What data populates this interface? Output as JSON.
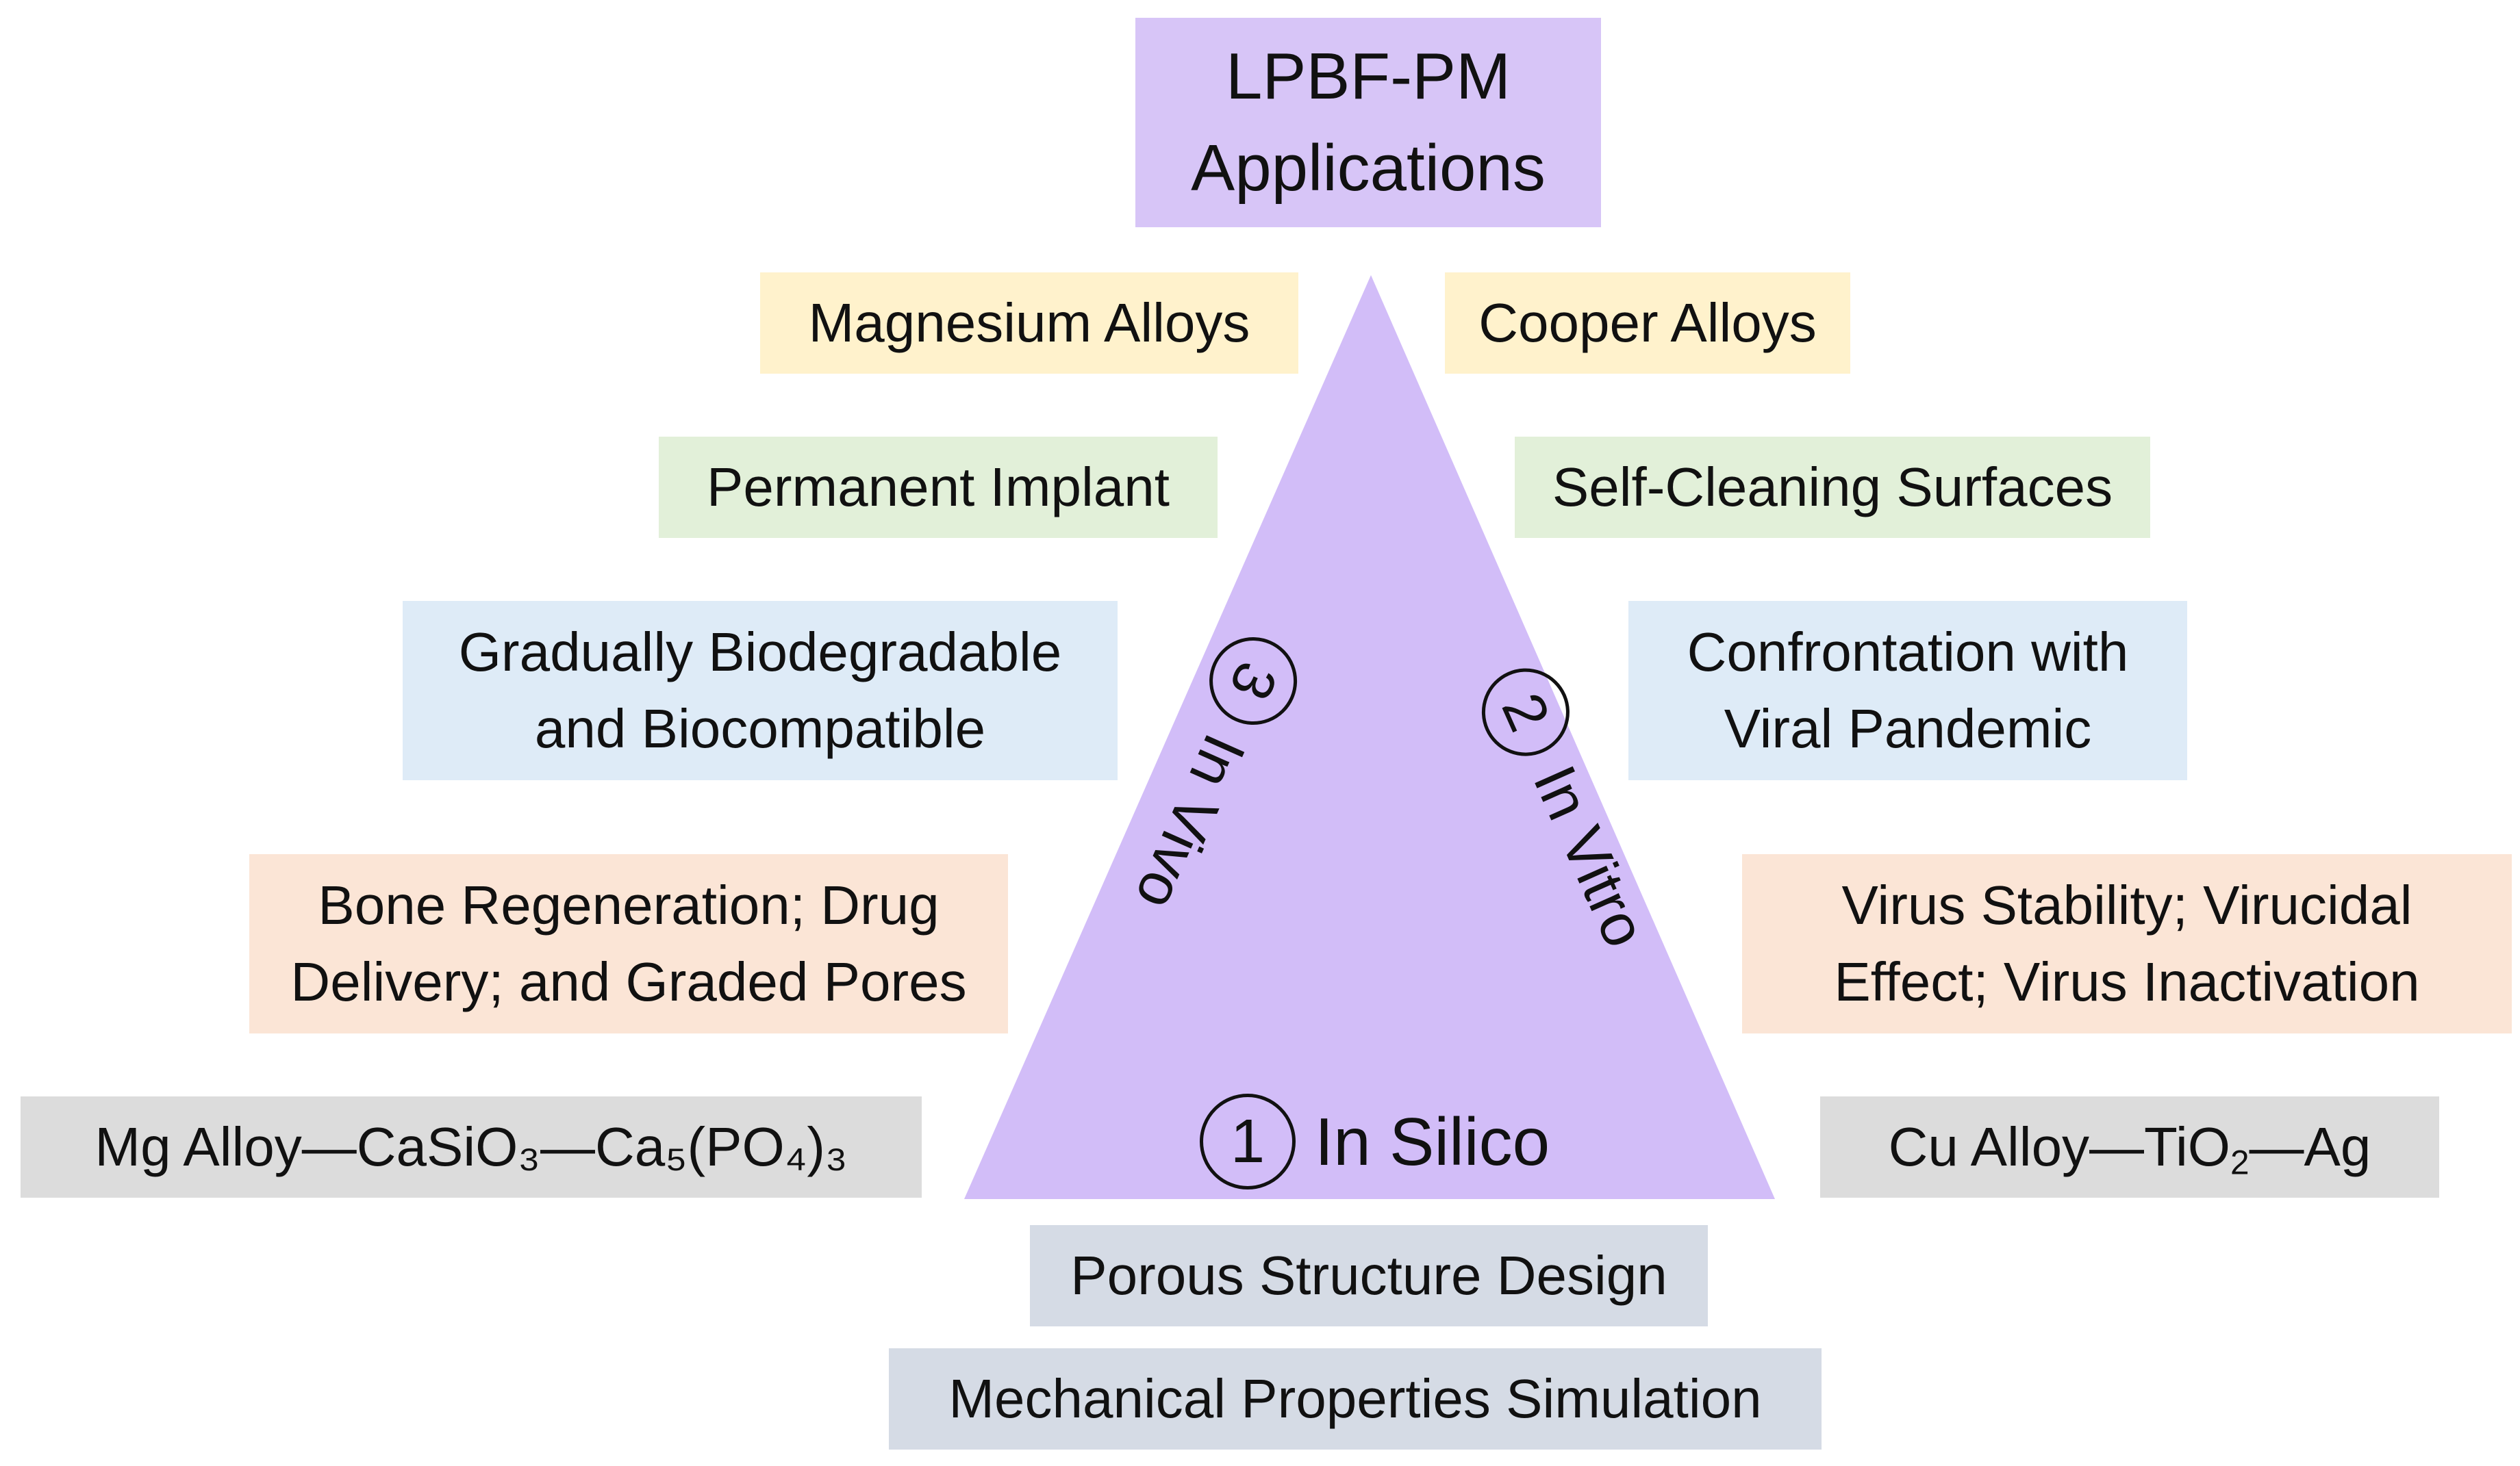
{
  "colors": {
    "triangle": "#d2bdf8",
    "title_box": "#d7c5f7",
    "yellow": "#fff2cc",
    "green": "#e2f0d9",
    "blue": "#deebf7",
    "orange": "#fbe5d6",
    "gray": "#dcdcdc",
    "slate": "#d5dbe5"
  },
  "title": {
    "line1": "LPBF-PM",
    "line2": "Applications"
  },
  "left": {
    "alloys": "Magnesium Alloys",
    "implant": "Permanent Implant",
    "biodeg": {
      "line1": "Gradually Biodegradable",
      "line2": "and Biocompatible"
    },
    "bone": {
      "line1": "Bone Regeneration; Drug",
      "line2": "Delivery; and Graded Pores"
    },
    "composite": "Mg Alloy—CaSiO₃—Ca₅(PO₄)₃"
  },
  "right": {
    "alloys": "Cooper Alloys",
    "surfaces": "Self-Cleaning Surfaces",
    "viral": {
      "line1": "Confrontation with",
      "line2": "Viral Pandemic"
    },
    "virus": {
      "line1": "Virus Stability; Virucidal",
      "line2": "Effect; Virus Inactivation"
    },
    "composite": {
      "a": "Cu Alloy—TiO",
      "sub": "2",
      "b": "—Ag"
    }
  },
  "triangle": {
    "silico": {
      "num": "1",
      "label": "In Silico"
    },
    "vitro": {
      "num": "2",
      "label": "In Vitro"
    },
    "vivo": {
      "num": "3",
      "label": "In Vivo"
    }
  },
  "bottom": {
    "porous": "Porous Structure Design",
    "mechanical": "Mechanical Properties Simulation"
  }
}
